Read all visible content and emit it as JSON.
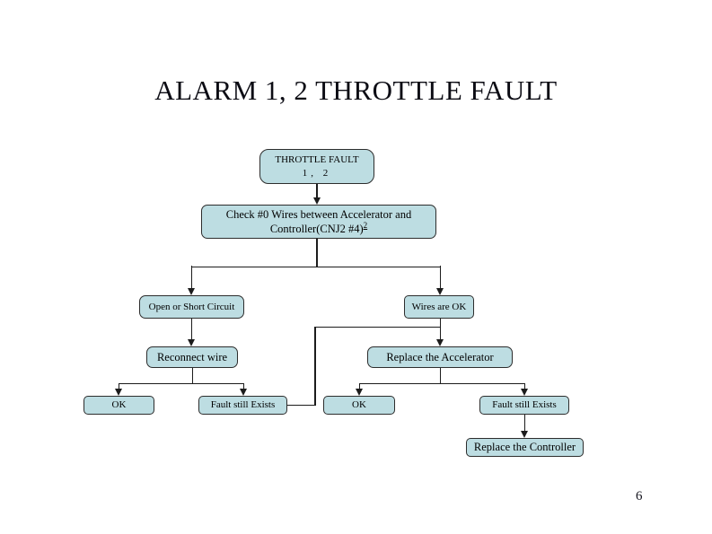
{
  "page": {
    "title": "ALARM 1, 2 THROTTLE FAULT",
    "page_number": "6"
  },
  "flowchart": {
    "colors": {
      "node_fill": "#bddde2",
      "node_border": "#2d2d2d",
      "line_color": "#1c1c1c"
    },
    "nodes": {
      "throttle_fault": {
        "line1": "THROTTLE FAULT",
        "line2": "1, 2"
      },
      "check_wires": {
        "line1": "Check #0 Wires between Accelerator and",
        "line2": "Controller(CNJ2 #4)",
        "footnote_sup": "2"
      },
      "open_short": {
        "label": "Open or Short Circuit"
      },
      "wires_ok": {
        "label": "Wires are OK"
      },
      "reconnect": {
        "label": "Reconnect wire"
      },
      "replace_accelerator": {
        "label": "Replace the Accelerator"
      },
      "ok_left": {
        "label": "OK"
      },
      "fault_left": {
        "label": "Fault still Exists"
      },
      "ok_right": {
        "label": "OK"
      },
      "fault_right": {
        "label": "Fault still Exists"
      },
      "replace_controller": {
        "label": "Replace the Controller"
      }
    }
  }
}
